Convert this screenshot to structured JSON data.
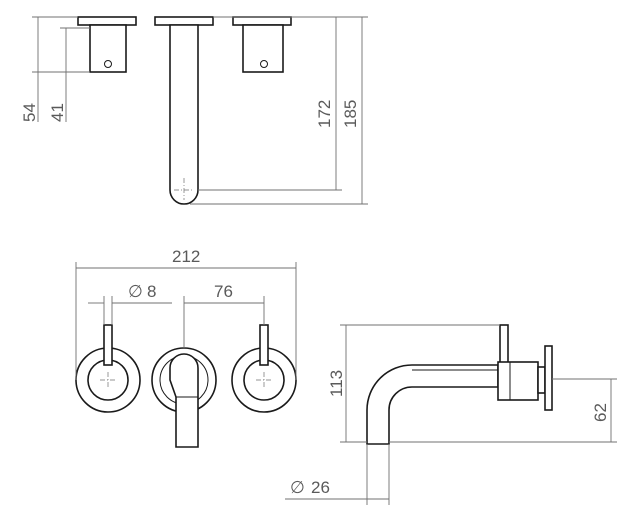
{
  "dimensions": {
    "handle_height": "54",
    "handle_body": "41",
    "spout_length": "172",
    "total_height": "185",
    "total_width": "212",
    "diameter_small": "8",
    "center_spacing": "76",
    "projection": "113",
    "center_height": "62",
    "diameter_spout": "26"
  },
  "symbols": {
    "diameter": "∅"
  },
  "colors": {
    "line": "#1a1a1a",
    "dimension": "#707070"
  }
}
